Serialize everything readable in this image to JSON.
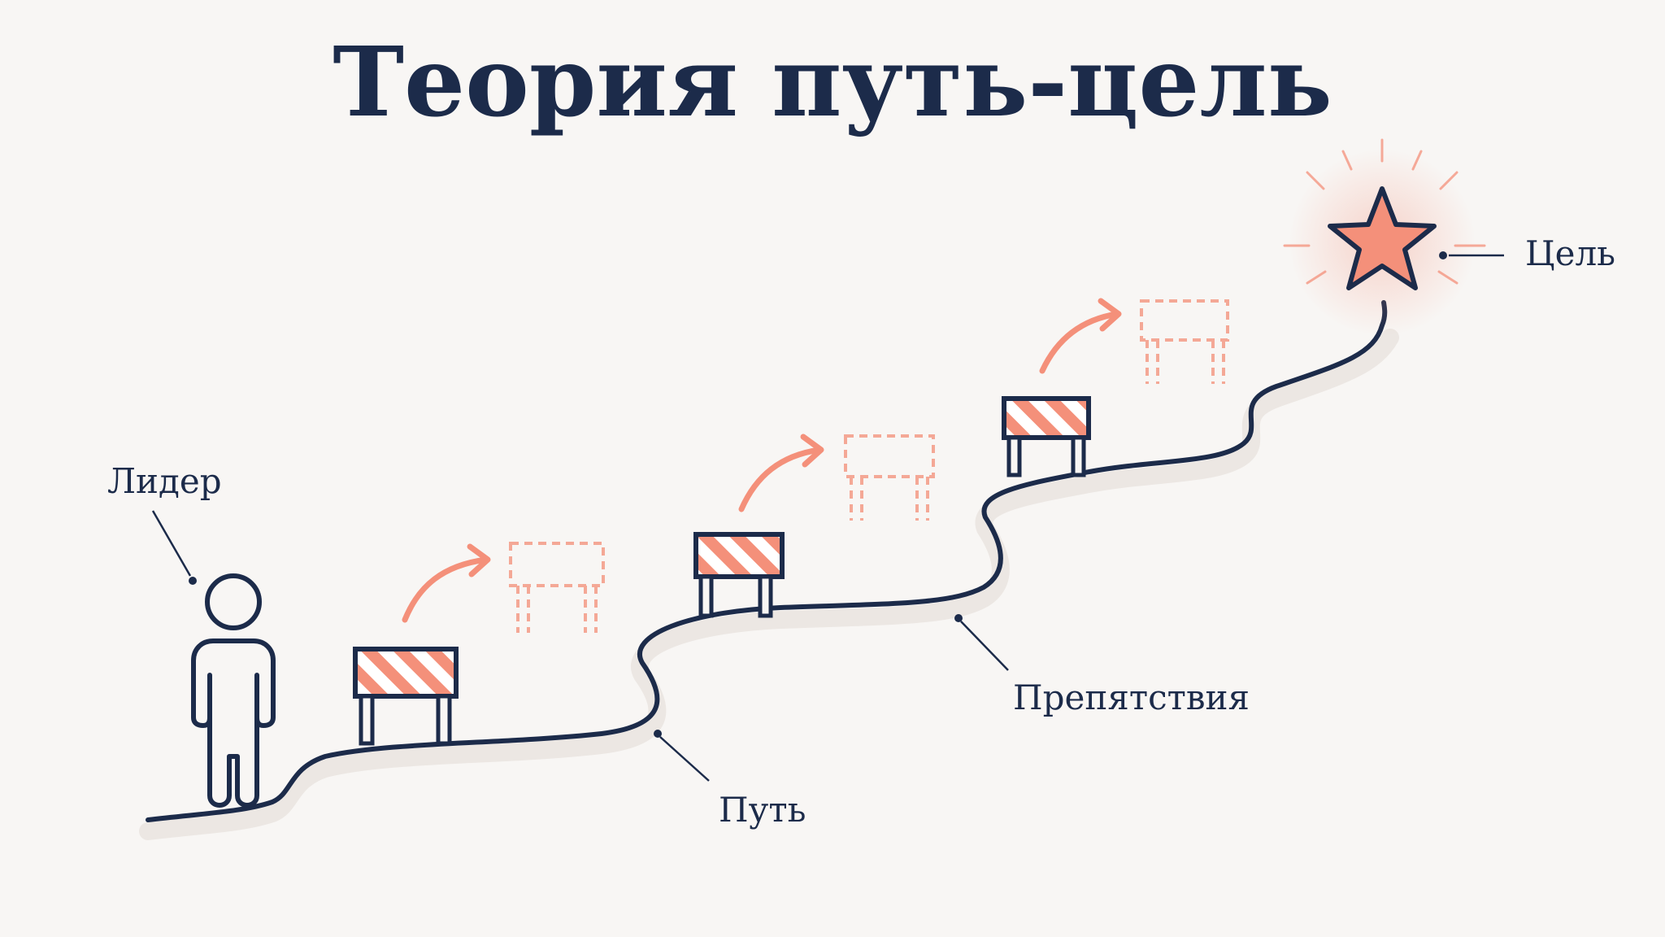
{
  "title": "Теория путь-цель",
  "labels": {
    "leader": "Лидер",
    "path": "Путь",
    "obstacles": "Препятствия",
    "goal": "Цель"
  },
  "colors": {
    "background": "#f8f6f4",
    "navy": "#1c2b4a",
    "coral": "#f4907a",
    "coral_light": "#f4a896"
  },
  "icons": [
    "person-icon",
    "barrier-icon",
    "ghost-barrier-icon",
    "curved-arrow-icon",
    "star-icon"
  ]
}
